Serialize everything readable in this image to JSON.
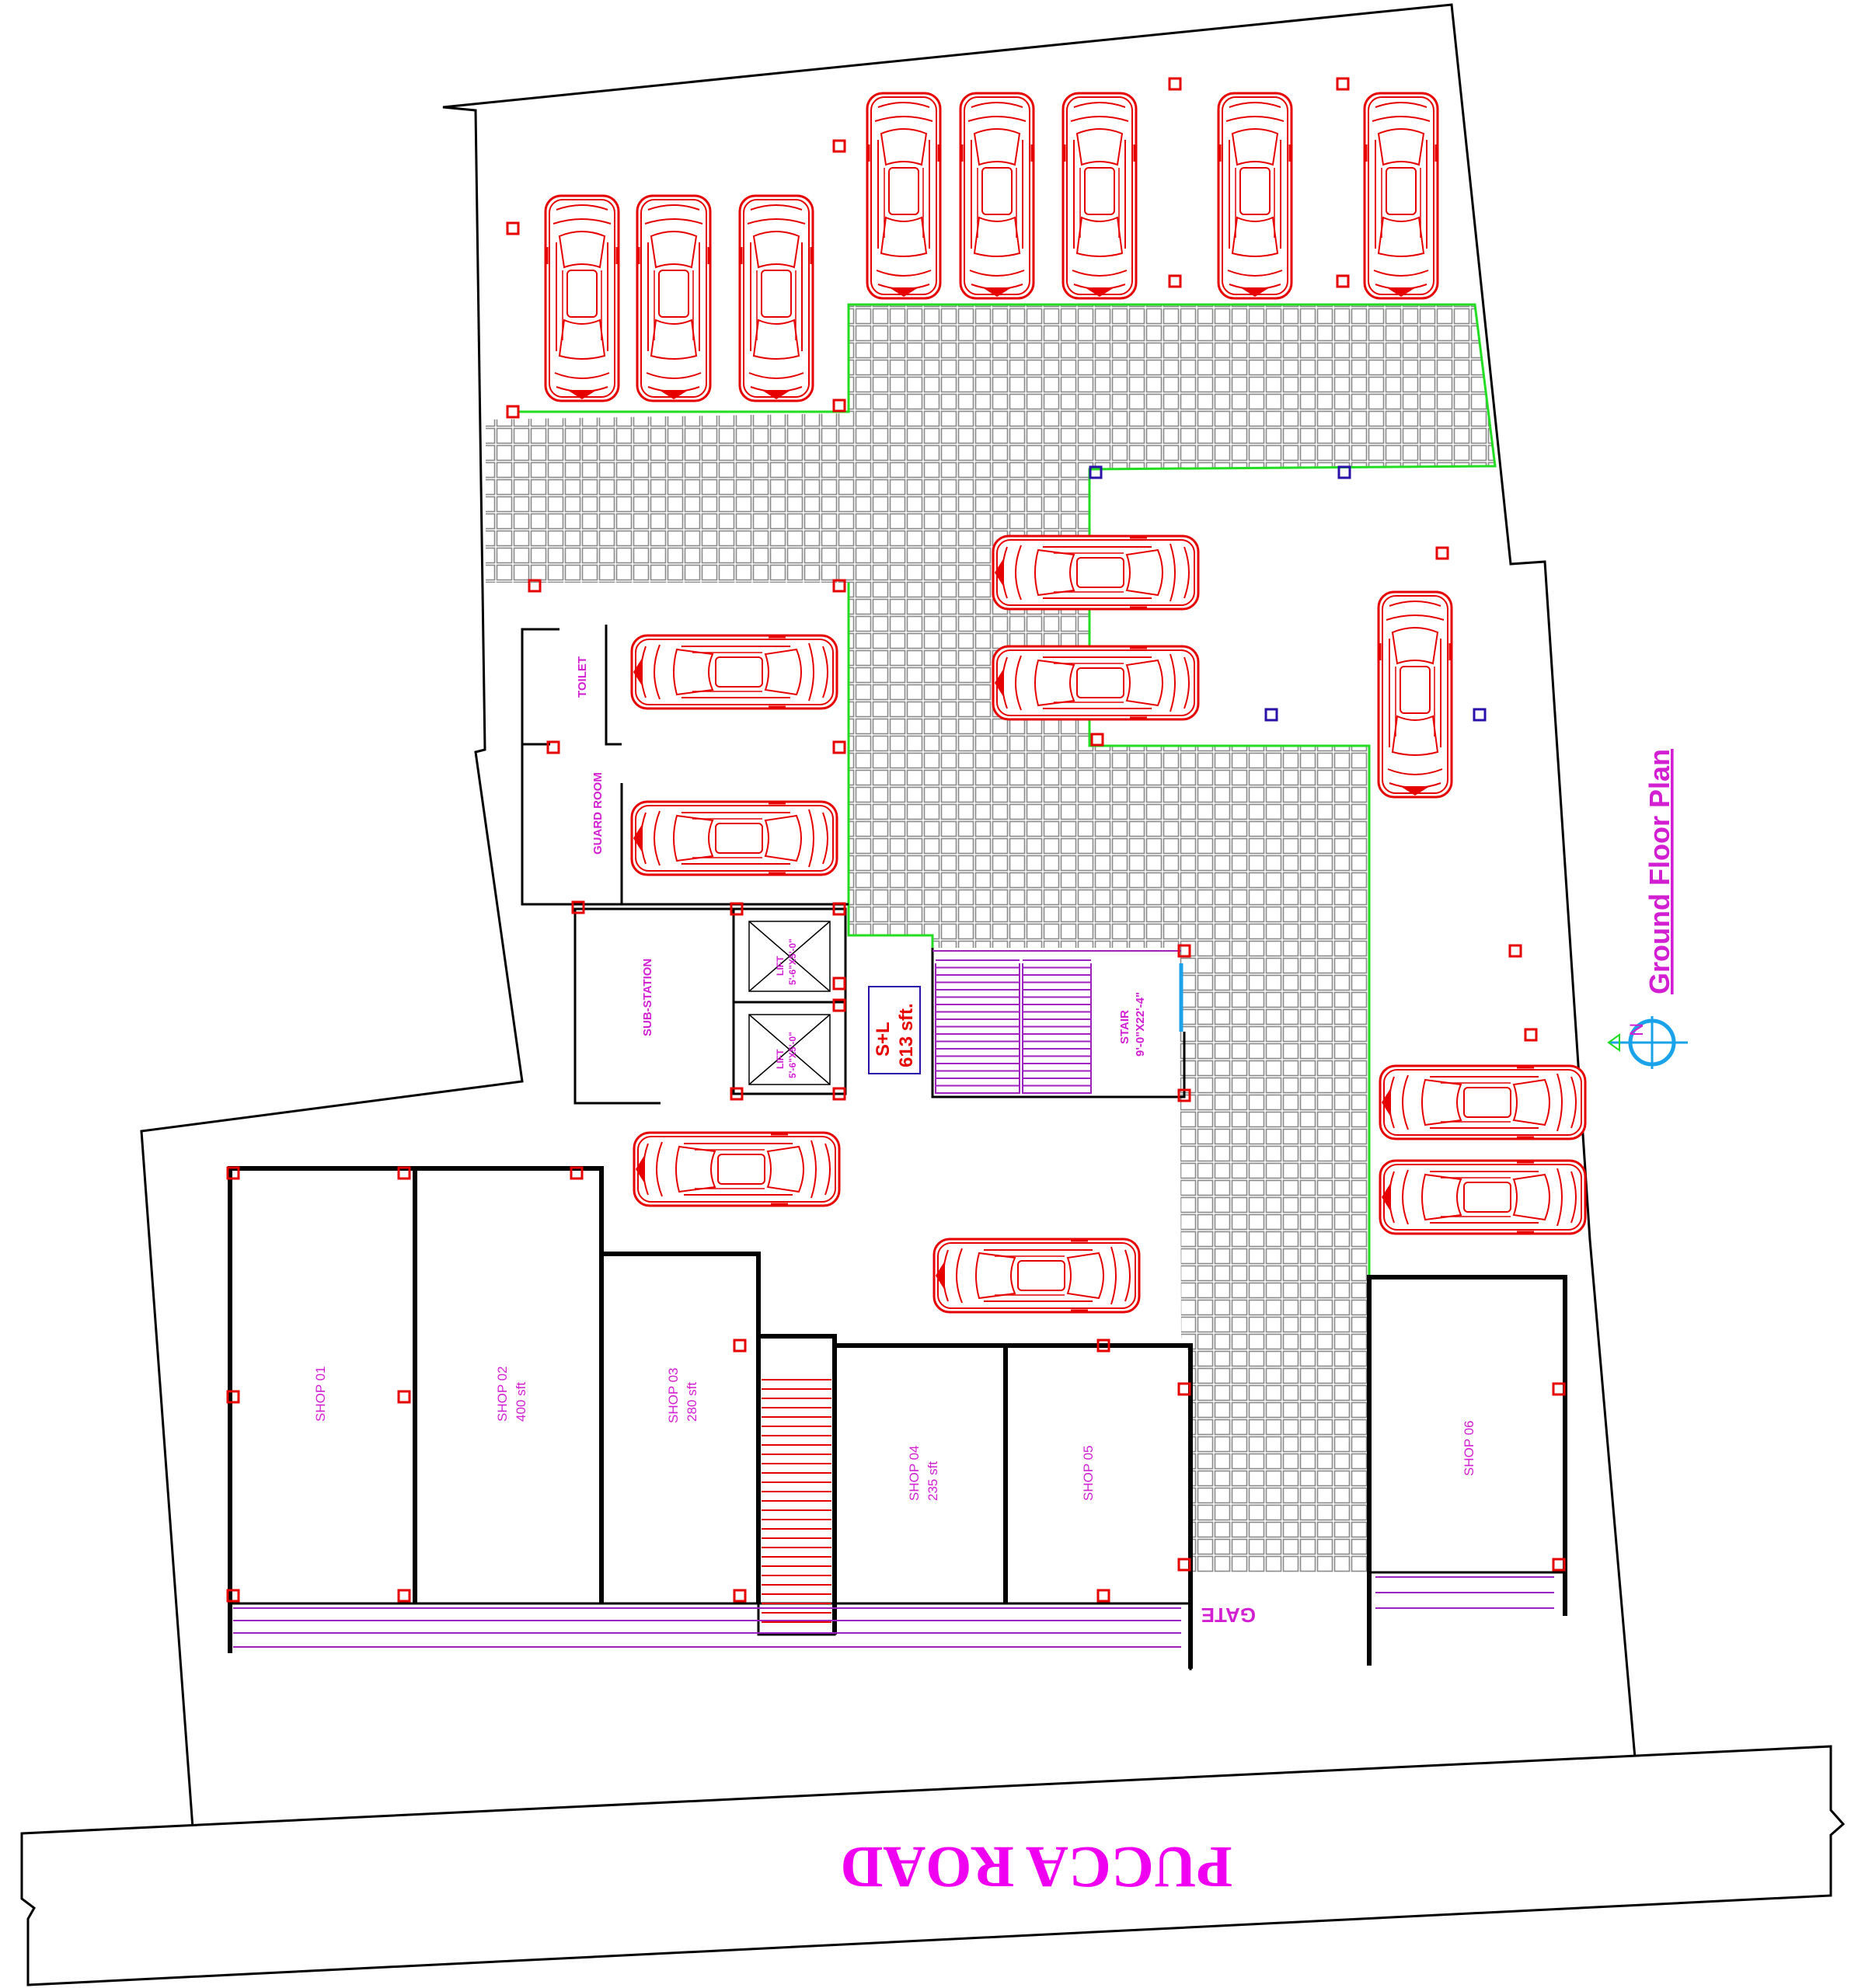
{
  "title": "Ground Floor Plan",
  "road_label": "PUCCA ROAD",
  "gate_label": "GATE",
  "rooms": {
    "toilet": "TOILET",
    "guard_room": "GUARD ROOM",
    "sub_station": "SUB-STATION",
    "lift1": "LIFT",
    "lift1_size": "5'-6\"X5'-0\"",
    "lift2": "LIFT",
    "lift2_size": "5'-6\"X5'-0\"",
    "stair": "STAIR",
    "stair_size": "9'-0\"X22'-4\"",
    "sl_label": "S+L",
    "sl_area": "613 sft."
  },
  "shops": [
    {
      "name": "SHOP 01",
      "area": ""
    },
    {
      "name": "SHOP 02",
      "area": "400 sft"
    },
    {
      "name": "SHOP 03",
      "area": "280 sft"
    },
    {
      "name": "SHOP 04",
      "area": "235 sft"
    },
    {
      "name": "SHOP 05",
      "area": ""
    },
    {
      "name": "SHOP 06",
      "area": ""
    }
  ],
  "compass_letter": "N",
  "colors": {
    "car": "#e60000",
    "label": "#d21fd2",
    "driveway": "#22dd22",
    "column": "#e60000",
    "compass": "#1aa3e8"
  }
}
